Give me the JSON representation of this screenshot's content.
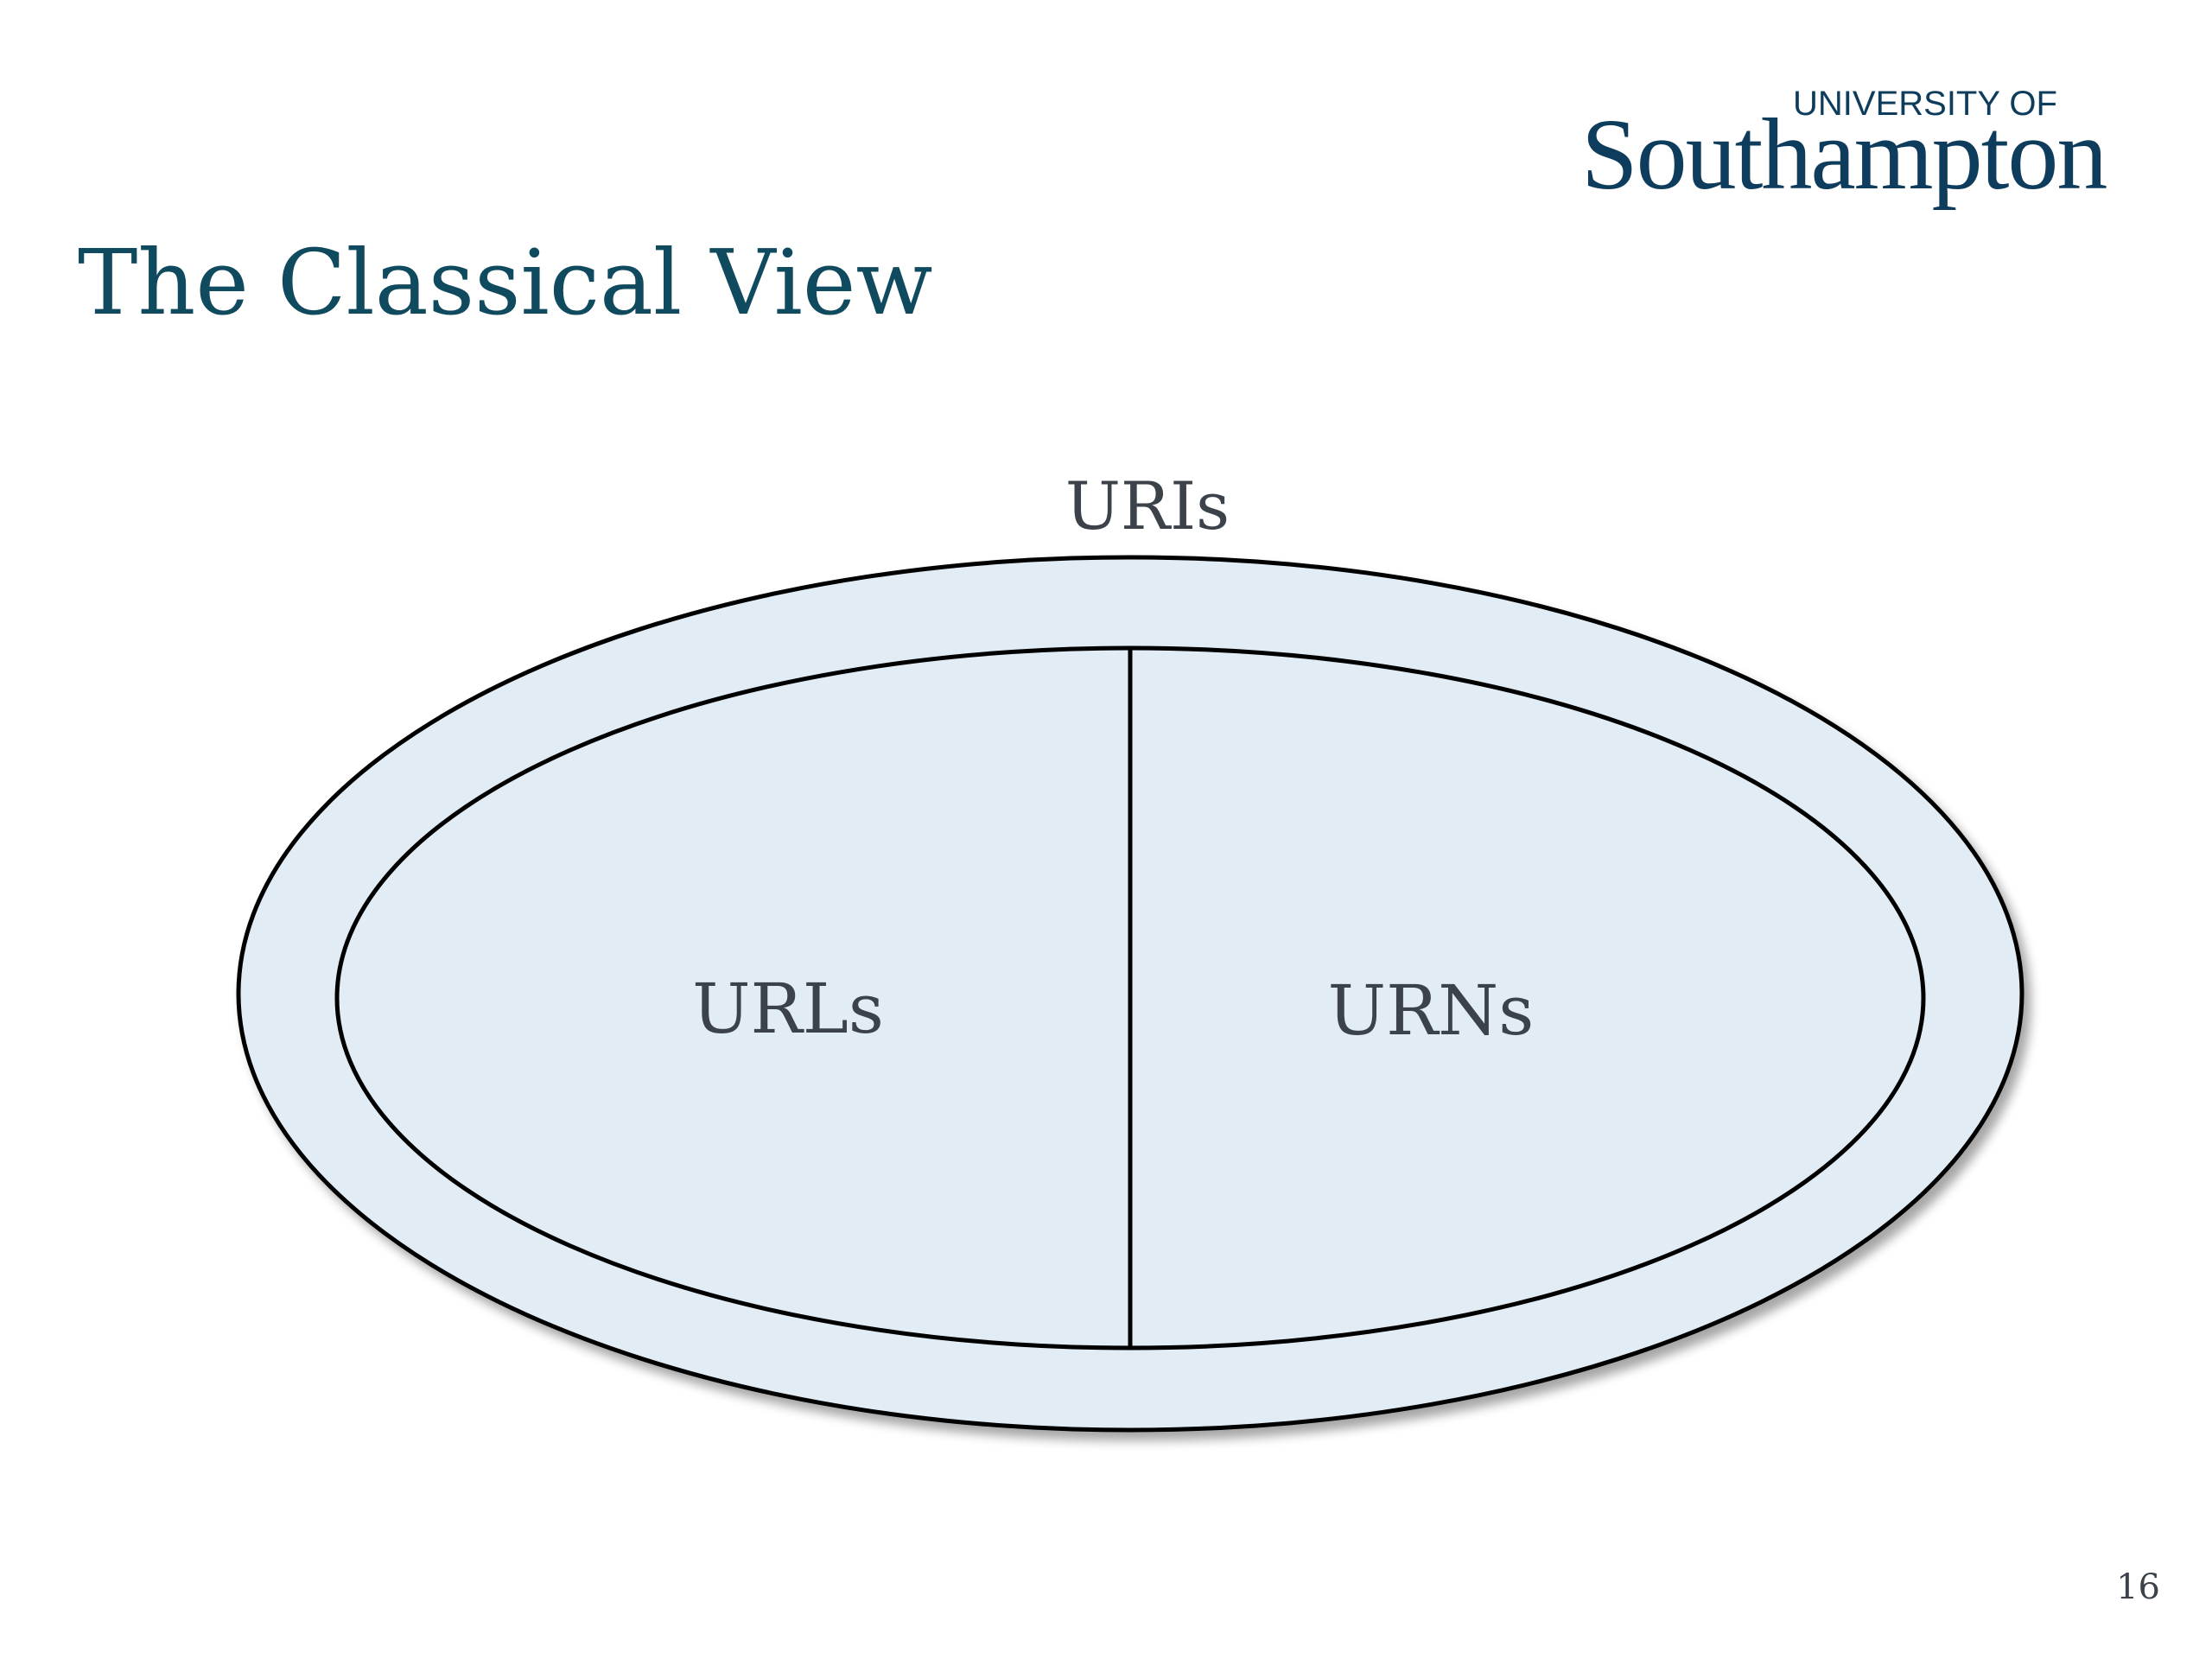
{
  "logo": {
    "line1": "UNIVERSITY OF",
    "line2": "Southampton"
  },
  "slide": {
    "title": "The Classical View",
    "page_number": "16"
  },
  "diagram": {
    "outer_label": "URIs",
    "left_label": "URLs",
    "right_label": "URNs",
    "fill_color": "#e2ecf5",
    "stroke_color": "#000000"
  }
}
